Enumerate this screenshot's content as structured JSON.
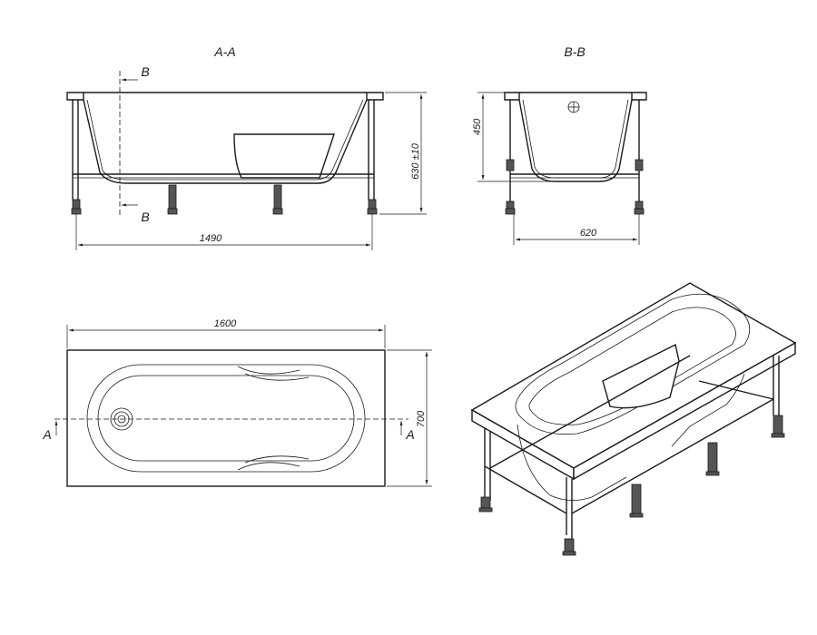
{
  "views": {
    "section_aa": {
      "title": "A-A"
    },
    "section_bb": {
      "title": "B-B"
    }
  },
  "markers": {
    "b_top": "B",
    "b_bottom": "B",
    "a_left": "A",
    "a_right": "A"
  },
  "dimensions": {
    "length_base": "1490",
    "height_total": "630 ±10",
    "depth": "450",
    "width_base": "620",
    "length_total": "1600",
    "width_total": "700"
  }
}
